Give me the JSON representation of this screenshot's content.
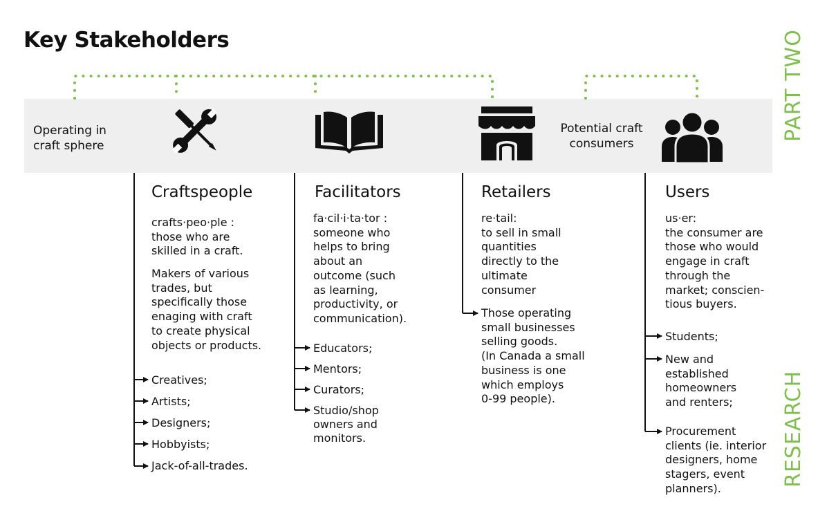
{
  "title": "Key Stakeholders",
  "side_labels": {
    "top": "PART TWO",
    "bottom": "RESEARCH"
  },
  "band": {
    "left_text": "Operating in\ncraft sphere",
    "right_text": "Potential craft\nconsumers"
  },
  "icons": [
    "tools-icon",
    "open-book-icon",
    "storefront-icon",
    "users-group-icon"
  ],
  "colors": {
    "accent": "#7fbf4d",
    "band": "#efefef",
    "ink": "#111111"
  },
  "columns": {
    "craftspeople": {
      "heading": "Craftspeople",
      "definition": "crafts·peo·ple :\nthose who are\nskilled in a craft.",
      "description": "Makers of various\ntrades, but\nspecifically those\nenaging with craft\nto create physical\nobjects or products.",
      "items": [
        "Creatives;",
        "Artists;",
        "Designers;",
        "Hobbyists;",
        "Jack-of-all-trades."
      ]
    },
    "facilitators": {
      "heading": "Facilitators",
      "definition": "fa·cil·i·ta·tor :\nsomeone who\nhelps to bring\nabout an\noutcome (such\nas learning,\nproductivity, or\ncommunication).",
      "items": [
        "Educators;",
        "Mentors;",
        "Curators;",
        "Studio/shop\nowners and\nmonitors."
      ]
    },
    "retailers": {
      "heading": "Retailers",
      "definition": "re·tail:\nto sell in small\nquantities\ndirectly to the\nultimate\nconsumer",
      "items": [
        "Those operating\nsmall businesses\nselling goods.\n(In Canada a small\nbusiness is one\nwhich employs\n0-99 people)."
      ]
    },
    "users": {
      "heading": "Users",
      "definition": "us·er:\nthe consumer are\nthose who would\nengage in craft\nthrough the\nmarket; conscien-\ntious buyers.",
      "items": [
        "Students;",
        "New and\nestablished\nhomeowners\nand renters;",
        "Procurement\nclients (ie. interior\ndesigners, home\nstagers, event\nplanners)."
      ]
    }
  }
}
